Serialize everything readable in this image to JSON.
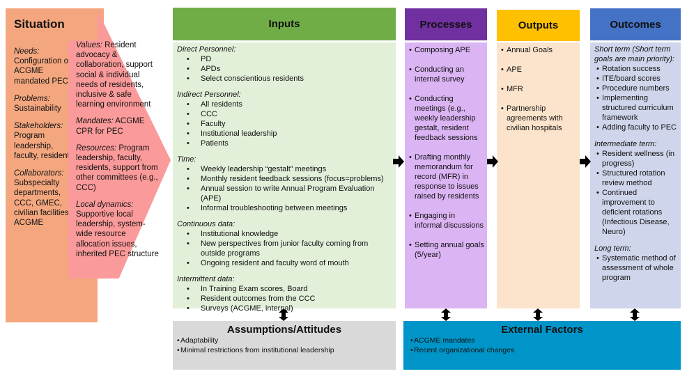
{
  "situation": {
    "title": "Situation",
    "blocks": [
      {
        "label": "Needs:",
        "text": "Configuration of ACGME mandated PEC"
      },
      {
        "label": "Problems:",
        "text": "Sustainability"
      },
      {
        "label": "Stakeholders:",
        "text": "Program leadership, faculty, residents"
      },
      {
        "label": "Collaborators:",
        "text": "Subspecialty departments, CCC, GMEC, civilian facilities, ACGME"
      }
    ]
  },
  "context": {
    "blocks": [
      {
        "label": "Values:",
        "text": "Resident advocacy & collaboration, support social & individual needs of residents, inclusive & safe learning environment"
      },
      {
        "label": "Mandates:",
        "text": "ACGME CPR for PEC"
      },
      {
        "label": "Resources:",
        "text": "Program leadership, faculty, residents, support from other committees (e.g., CCC)"
      },
      {
        "label": "Local dynamics:",
        "text": "Supportive local leadership, system-wide resource allocation issues, inherited PEC structure"
      }
    ]
  },
  "inputs": {
    "title": "Inputs",
    "sections": [
      {
        "title": "Direct Personnel:",
        "items": [
          "PD",
          "APDs",
          "Select conscientious residents"
        ]
      },
      {
        "title": "Indirect Personnel:",
        "items": [
          "All residents",
          "CCC",
          "Faculty",
          "Institutional leadership",
          "Patients"
        ]
      },
      {
        "title": "Time:",
        "items": [
          "Weekly leadership “gestalt” meetings",
          "Monthly resident feedback sessions (focus=problems)",
          "Annual session to write Annual Program Evaluation (APE)",
          "Informal troubleshooting between meetings"
        ]
      },
      {
        "title": "Continuous data:",
        "items": [
          "Institutional knowledge",
          "New perspectives from junior faculty coming from outside programs",
          "Ongoing resident and faculty word of mouth"
        ]
      },
      {
        "title": "Intermittent data:",
        "items": [
          "In Training Exam scores, Board",
          "Resident outcomes from the CCC",
          "Surveys (ACGME, internal)"
        ]
      }
    ]
  },
  "processes": {
    "title": "Processes",
    "items": [
      "Composing APE",
      "Conducting an internal survey",
      "Conducting meetings (e.g., weekly leadership gestalt, resident feedback sessions",
      "Drafting monthly memorandum for record (MFR) in response to issues raised by residents",
      "Engaging in informal discussions",
      "Setting annual goals (5/year)"
    ]
  },
  "outputs": {
    "title": "Outputs",
    "items": [
      "Annual Goals",
      "APE",
      "MFR",
      "Partnership agreements with civilian hospitals"
    ]
  },
  "outcomes": {
    "title": "Outcomes",
    "sections": [
      {
        "title": "Short term (Short term goals are main priority):",
        "items": [
          "Rotation success",
          "ITE/board scores",
          "Procedure numbers",
          "Implementing structured curriculum framework",
          "Adding faculty to PEC"
        ]
      },
      {
        "title": "Intermediate term:",
        "items": [
          "Resident wellness (in progress)",
          "Structured rotation review method",
          "Continued improvement to deficient rotations (Infectious Disease, Neuro)"
        ]
      },
      {
        "title": "Long term:",
        "items": [
          "Systematic method of assessment of whole program"
        ]
      }
    ]
  },
  "assumptions": {
    "title": "Assumptions/Attitudes",
    "items": [
      "Adaptability",
      "Minimal restrictions from institutional leadership"
    ]
  },
  "external": {
    "title": "External Factors",
    "items": [
      "ACGME mandates",
      "Recent organizational changes"
    ]
  },
  "colors": {
    "situation": "#f4a77f",
    "context_arrow": "#fb9a9a",
    "inputs_header": "#70ad47",
    "inputs_body": "#e2efd9",
    "processes_header": "#7030a0",
    "processes_body": "#dbb4f4",
    "outputs_header": "#ffc000",
    "outputs_body": "#fce4cc",
    "outcomes_header": "#4472c4",
    "outcomes_body": "#cfd5ea",
    "assumptions": "#d9d9d9",
    "external": "#0095c8"
  }
}
